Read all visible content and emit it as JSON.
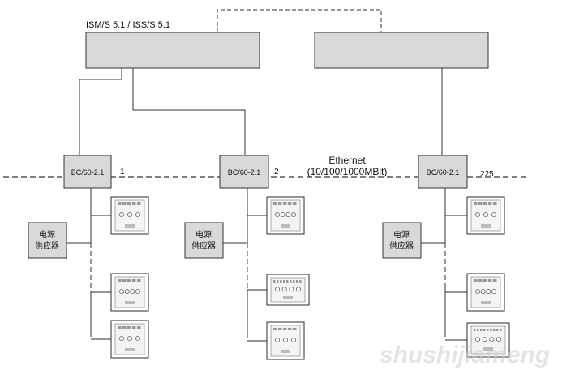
{
  "system_title": "ISM/S 5.1 / ISS/S 5.1",
  "network": {
    "name": "Ethernet",
    "speed": "(10/100/1000MBit)"
  },
  "controllers": [
    {
      "label": "BC/60-2.1",
      "number": "1"
    },
    {
      "label": "BC/60-2.1",
      "number": "2"
    },
    {
      "label": "BC/60-2.1",
      "number": "225"
    }
  ],
  "power_supply": {
    "line1": "电源",
    "line2": "供应器"
  },
  "watermark": "shushijiameng",
  "colors": {
    "box_fill": "#d9d9d9",
    "line": "#2b2b2b",
    "module_fill": "#f4f4f4"
  }
}
